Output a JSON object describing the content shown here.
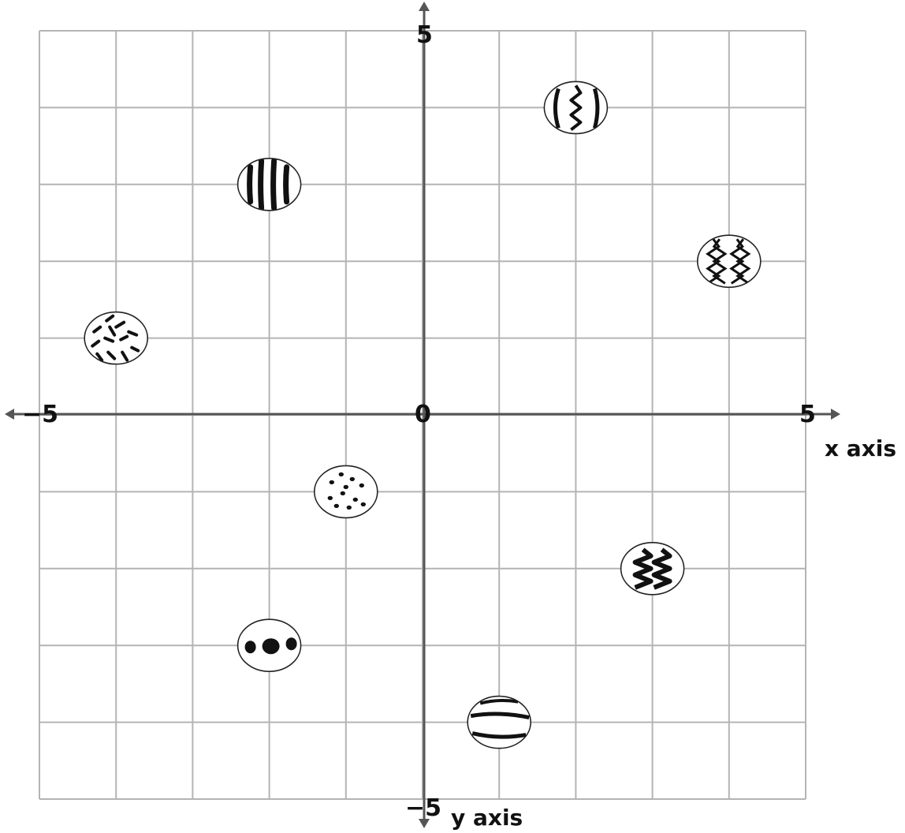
{
  "chart_data": {
    "type": "scatter",
    "title": "",
    "xlabel": "x axis",
    "ylabel": "y axis",
    "xlim": [
      -5,
      5
    ],
    "ylim": [
      -5,
      5
    ],
    "grid": true,
    "tick_labels": {
      "x_min": "−5",
      "origin": "0",
      "x_max": "5",
      "y_max": "5",
      "y_min": "−5"
    },
    "points": [
      {
        "x": 2,
        "y": 4,
        "pattern": "zigzag-vertical-stripes"
      },
      {
        "x": -2,
        "y": 3,
        "pattern": "vertical-stripes"
      },
      {
        "x": 4,
        "y": 2,
        "pattern": "double-zigzag-outline"
      },
      {
        "x": -4,
        "y": 1,
        "pattern": "dashes"
      },
      {
        "x": -1,
        "y": -1,
        "pattern": "dots"
      },
      {
        "x": 3,
        "y": -2,
        "pattern": "zigzag-bands"
      },
      {
        "x": -2,
        "y": -3,
        "pattern": "three-spots"
      },
      {
        "x": 1,
        "y": -4,
        "pattern": "horizontal-bands"
      }
    ]
  }
}
